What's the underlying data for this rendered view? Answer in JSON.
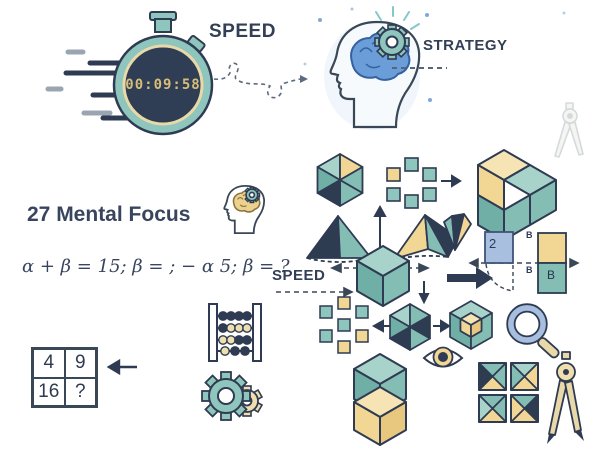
{
  "canvas": {
    "background": "#ffffff"
  },
  "top_banner": {
    "speed_label": "SPEED",
    "strategy_label": "STRATEGY",
    "stopwatch_time": "00:09:58"
  },
  "exercise": {
    "heading": "27 Mental Focus",
    "equation": "α + β = 15; β = ; − α 5; β = ?",
    "speed_label": "SPEED",
    "number_grid": {
      "cells": [
        "4",
        "9",
        "16",
        "?"
      ]
    },
    "transform_square_label": "2",
    "b_rectangle": {
      "outer_top": "B",
      "outer_middle": "B",
      "inner": "B"
    }
  },
  "icon_names": [
    "stopwatch-icon",
    "speed-lines-icon",
    "dashed-loop-line",
    "head-brain-icon",
    "gear-icon",
    "head-brain-gear-small-icon",
    "abacus-icon",
    "gears-icon",
    "left-arrow-icon",
    "up-arrow-icon",
    "down-arrow-icon",
    "big-right-arrow-icon",
    "hexagon-triangles-icon",
    "squares-ring-icon",
    "squares-cluster-icon",
    "cube-icon",
    "cube-cluster-icon",
    "pyramid-dark-icon",
    "pyramid-yellow-icon",
    "gem-icon",
    "hexagon-inner-cube-icon",
    "stacked-cubes-icon",
    "pattern-squares-icon",
    "eye-icon",
    "magnifier-icon",
    "compass-icon",
    "double-dashed-arrow"
  ],
  "colors": {
    "navy": "#2f3b52",
    "teal": "#84bdb4",
    "teal_light": "#a8d3ca",
    "teal_dark": "#6fafa6",
    "yellow": "#f1d694",
    "cream": "#f6e4b5",
    "periwinkle": "#a9bfdf",
    "brain_blue": "#6b9ed8",
    "digit_gold": "#d7bd78",
    "text": "#333f55"
  }
}
